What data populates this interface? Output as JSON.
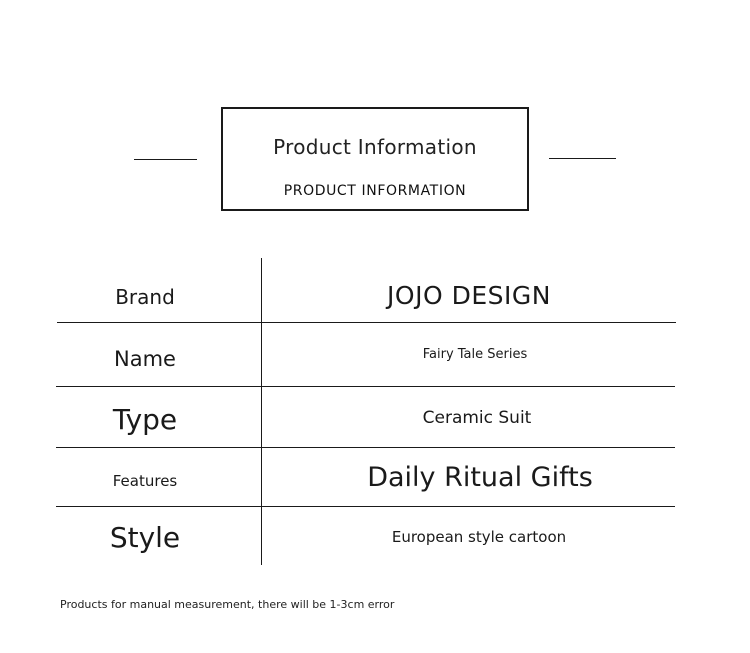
{
  "header": {
    "title": "Product Information",
    "subtitle": "PRODUCT INFORMATION"
  },
  "table": {
    "rows": [
      {
        "label": "Brand",
        "value": "JOJO DESIGN"
      },
      {
        "label": "Name",
        "value": "Fairy Tale Series"
      },
      {
        "label": "Type",
        "value": "Ceramic Suit"
      },
      {
        "label": "Features",
        "value": "Daily Ritual Gifts"
      },
      {
        "label": "Style",
        "value": "European style cartoon"
      }
    ]
  },
  "footer": {
    "note": "Products for manual measurement, there will be 1-3cm error"
  }
}
